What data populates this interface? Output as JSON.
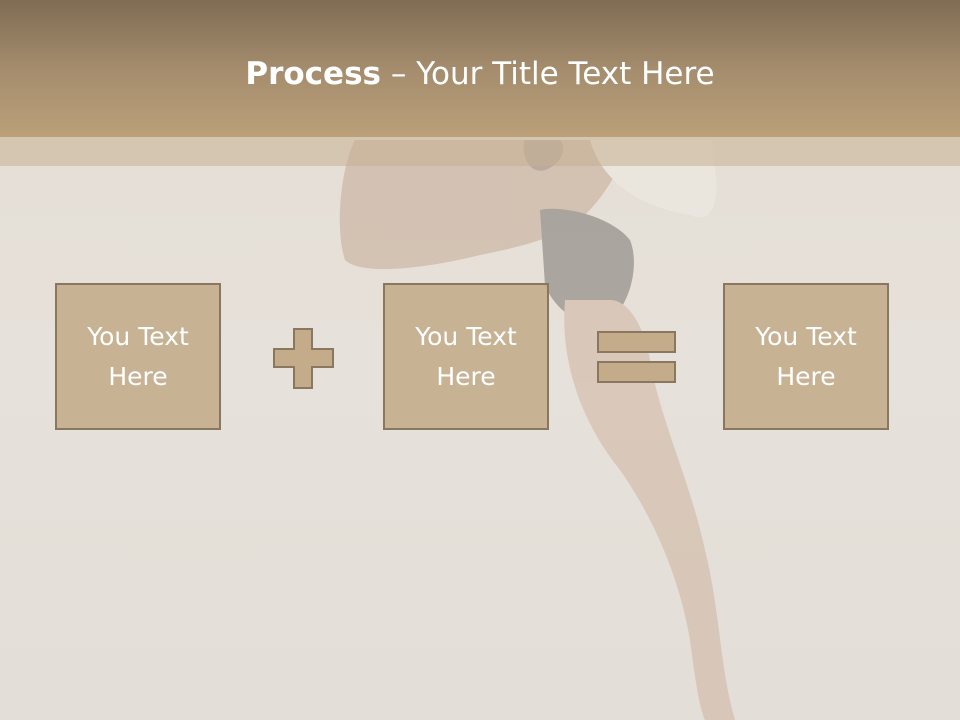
{
  "slide": {
    "title_bold": "Process",
    "title_rest": " – Your Title Text Here"
  },
  "process": {
    "boxes": [
      {
        "label": "You Text Here"
      },
      {
        "label": "You Text Here"
      },
      {
        "label": "You Text Here"
      }
    ],
    "operators": [
      "plus-icon",
      "equals-icon"
    ]
  },
  "colors": {
    "header": "#a48c6d",
    "box_fill": "#c4ab8a",
    "box_border": "#8a7760",
    "operator_fill": "#c4ab8a",
    "text": "#ffffff"
  }
}
